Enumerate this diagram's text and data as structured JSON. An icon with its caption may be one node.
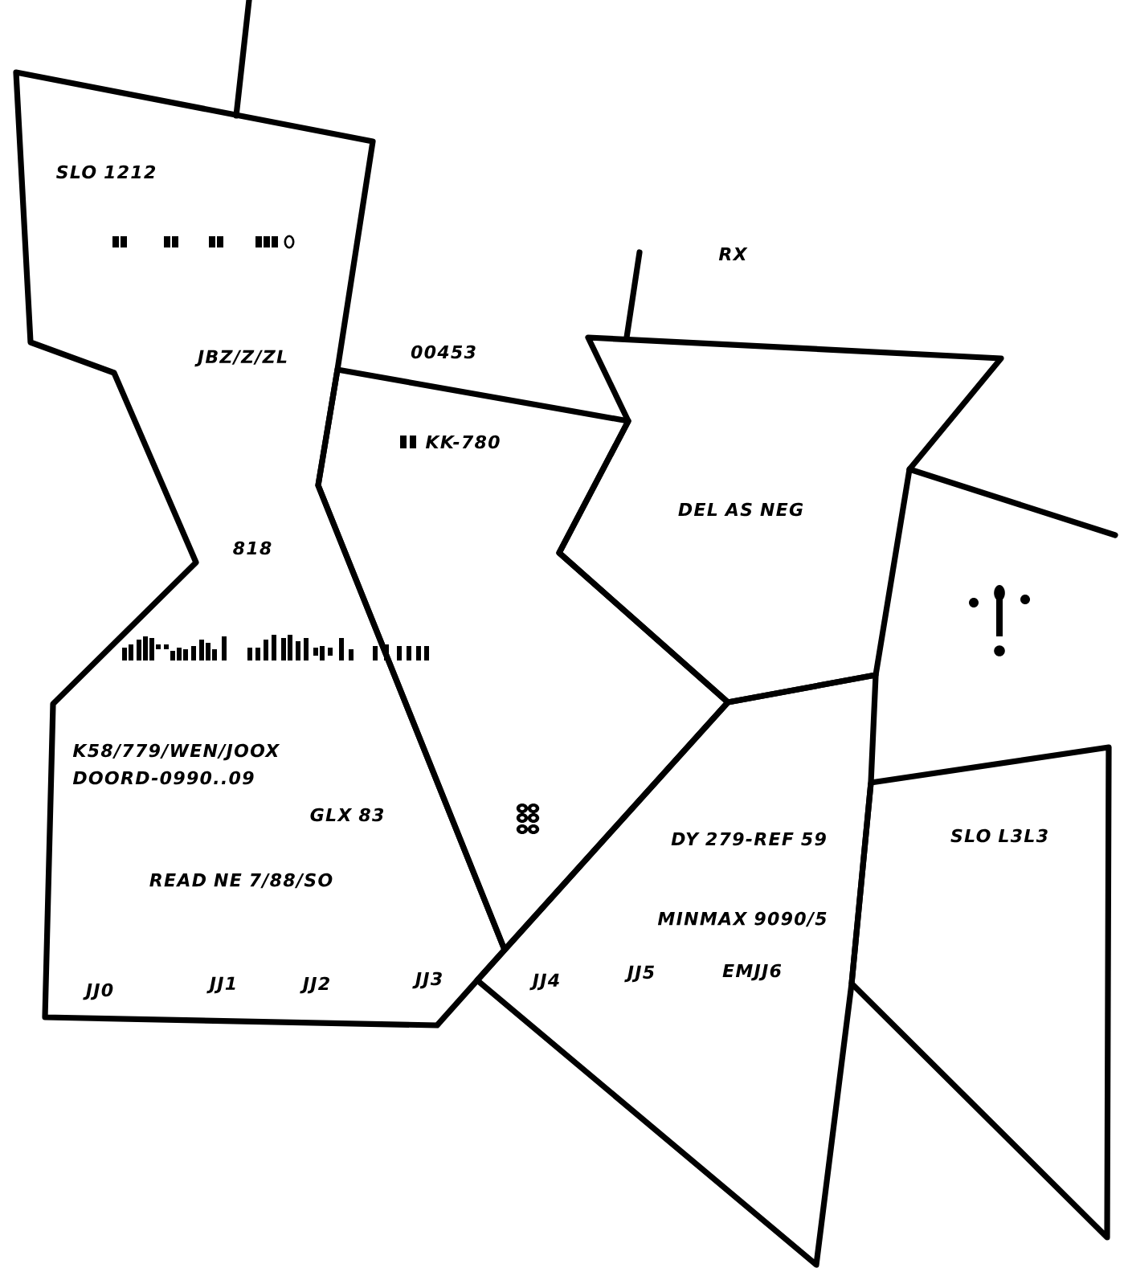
{
  "diagram": {
    "nodes": [
      {
        "text": [
          "SLO 1212",
          "JBZ/Z/ZL",
          "818",
          "K58/779/WEN/JOOX",
          "DOORD-0990..09",
          "GLX 83",
          "READ NE 7/88/SO",
          "JJ0",
          "JJ1",
          "JJ2",
          "JJ3"
        ]
      },
      {
        "text": [
          "KK-780"
        ]
      },
      {
        "text": [
          "DEL AS NEG"
        ]
      },
      {
        "text": [
          "DY 279-REF 59",
          "MINMAX 9090/5",
          "JJ4",
          "JJ5",
          "EMJJ6"
        ]
      },
      {
        "text": [
          "SLO L3L3"
        ]
      }
    ],
    "labels": [
      "RX",
      "00453"
    ]
  }
}
